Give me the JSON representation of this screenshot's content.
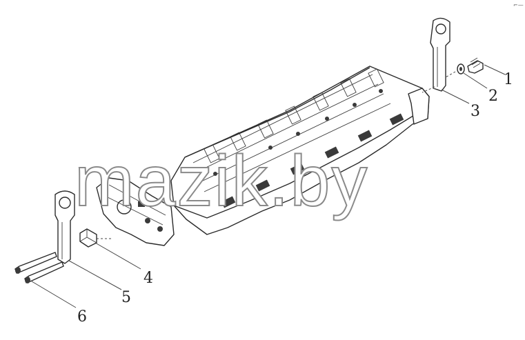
{
  "diagram": {
    "watermark": "mazik.by",
    "corner_mark": "⌐—",
    "callouts": [
      "1",
      "2",
      "3",
      "4",
      "5",
      "6"
    ]
  }
}
